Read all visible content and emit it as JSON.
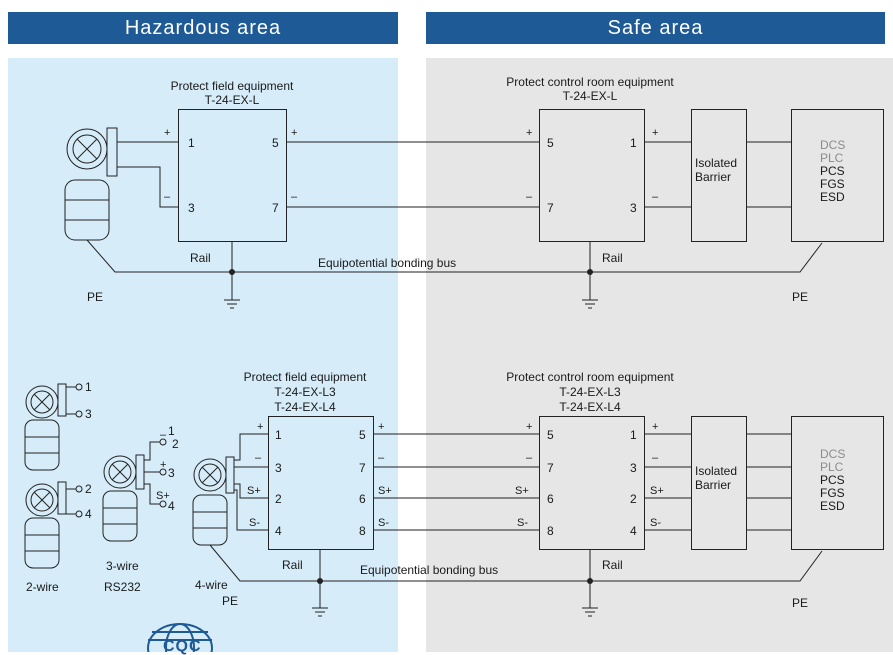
{
  "header": {
    "hazardous": "Hazardous area",
    "safe": "Safe area"
  },
  "colors": {
    "header_bg": "#1e5a96",
    "hazardous_bg": "#d6ecf8",
    "safe_bg": "#e6e6e6",
    "line": "#222222"
  },
  "top": {
    "field_title": "Protect field equipment",
    "field_model": "T-24-EX-L",
    "ctrl_title": "Protect control room equipment",
    "ctrl_model": "T-24-EX-L",
    "field_pins_left": [
      "1",
      "3"
    ],
    "field_pins_right": [
      "5",
      "7"
    ],
    "ctrl_pins_left": [
      "5",
      "7"
    ],
    "ctrl_pins_right": [
      "1",
      "3"
    ],
    "plus": "+",
    "minus": "–",
    "rail": "Rail",
    "bus": "Equipotential bonding bus",
    "pe": "PE",
    "barrier": [
      "Isolated",
      "Barrier"
    ],
    "systems_gray": [
      "DCS",
      "PLC"
    ],
    "systems": [
      "PCS",
      "FGS",
      "ESD"
    ]
  },
  "bottom": {
    "field_title": "Protect field equipment",
    "field_models": [
      "T-24-EX-L3",
      "T-24-EX-L4"
    ],
    "ctrl_title": "Protect control room equipment",
    "ctrl_models": [
      "T-24-EX-L3",
      "T-24-EX-L4"
    ],
    "field_pins_left": [
      "1",
      "3",
      "2",
      "4"
    ],
    "field_pins_right": [
      "5",
      "7",
      "6",
      "8"
    ],
    "ctrl_pins_left": [
      "5",
      "7",
      "6",
      "8"
    ],
    "ctrl_pins_right": [
      "1",
      "3",
      "2",
      "4"
    ],
    "wire_signs": [
      "+",
      "–",
      "S+",
      "S-"
    ],
    "two_wire_terms": [
      "1",
      "3",
      "2",
      "4"
    ],
    "three_wire_terms": [
      "1",
      "2",
      "3",
      "4"
    ],
    "three_wire_signs": [
      "–",
      "+",
      "S+"
    ],
    "two_wire": "2-wire",
    "three_wire": "3-wire",
    "rs232": "RS232",
    "four_wire": "4-wire",
    "rail": "Rail",
    "bus": "Equipotential bonding bus",
    "pe": "PE",
    "barrier": [
      "Isolated",
      "Barrier"
    ],
    "systems_gray": [
      "DCS",
      "PLC"
    ],
    "systems": [
      "PCS",
      "FGS",
      "ESD"
    ]
  },
  "logo_text": "CQC"
}
